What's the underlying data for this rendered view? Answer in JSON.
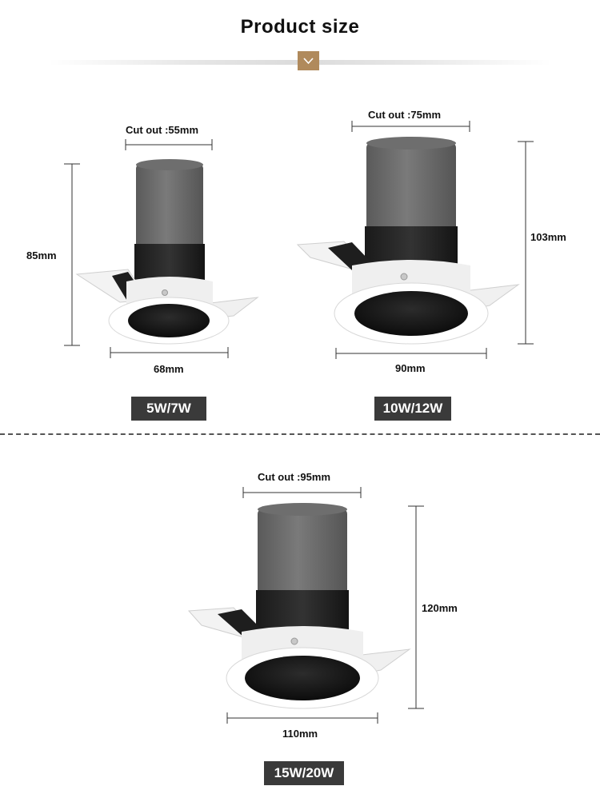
{
  "header": {
    "title": "Product  size"
  },
  "products": [
    {
      "cutout": "Cut out  :55mm",
      "height": "85mm",
      "width": "68mm",
      "power": "5W/7W"
    },
    {
      "cutout": "Cut out  :75mm",
      "height": "103mm",
      "width": "90mm",
      "power": "10W/12W"
    },
    {
      "cutout": "Cut out  :95mm",
      "height": "120mm",
      "width": "110mm",
      "power": "15W/20W"
    }
  ],
  "colors": {
    "badge": "#3a3a3a",
    "accent": "#b08a5c",
    "housing": "#6a6a6a",
    "ring": "#ffffff"
  },
  "icons": {
    "header_badge": "chevron-down-icon"
  }
}
